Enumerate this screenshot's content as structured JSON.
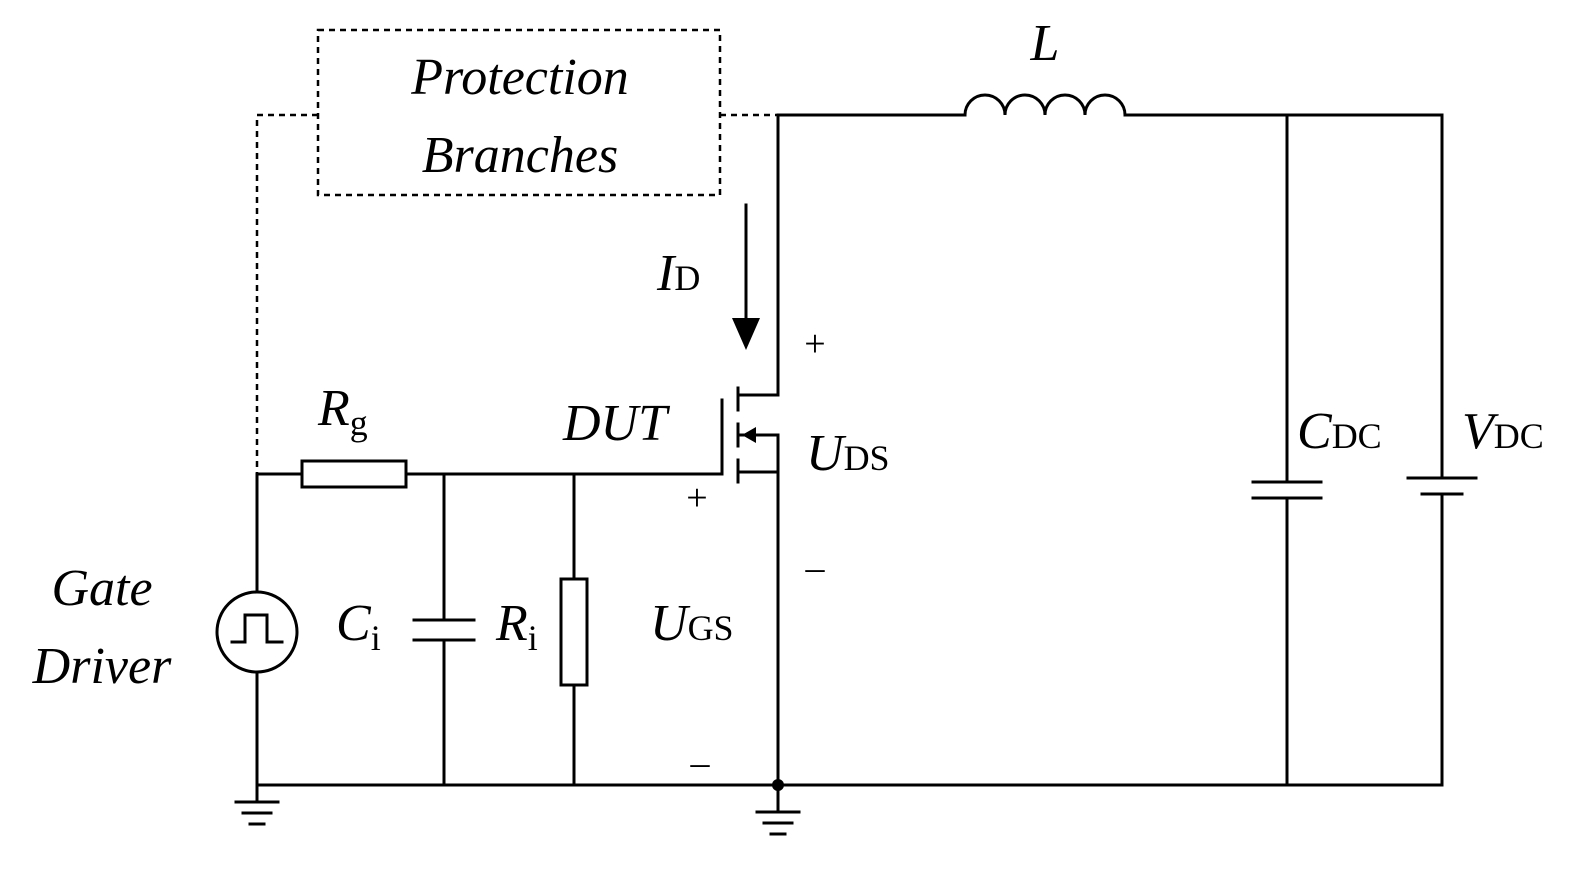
{
  "protection_box": {
    "line1": "Protection",
    "line2": "Branches"
  },
  "inductor": {
    "label": "L"
  },
  "drain_current": {
    "main": "I",
    "sub": "D"
  },
  "dut": {
    "label": "DUT"
  },
  "uds": {
    "main": "U",
    "sub": "DS",
    "plus": "+",
    "minus": "–"
  },
  "ugs": {
    "main": "U",
    "sub": "GS",
    "plus": "+",
    "minus": "–"
  },
  "rg": {
    "main": "R",
    "sub": "g"
  },
  "ci": {
    "main": "C",
    "sub": "i"
  },
  "ri": {
    "main": "R",
    "sub": "i"
  },
  "cdc": {
    "main": "C",
    "sub": "DC"
  },
  "vdc": {
    "main": "V",
    "sub": "DC"
  },
  "gate_driver": {
    "line1": "Gate",
    "line2": "Driver"
  }
}
